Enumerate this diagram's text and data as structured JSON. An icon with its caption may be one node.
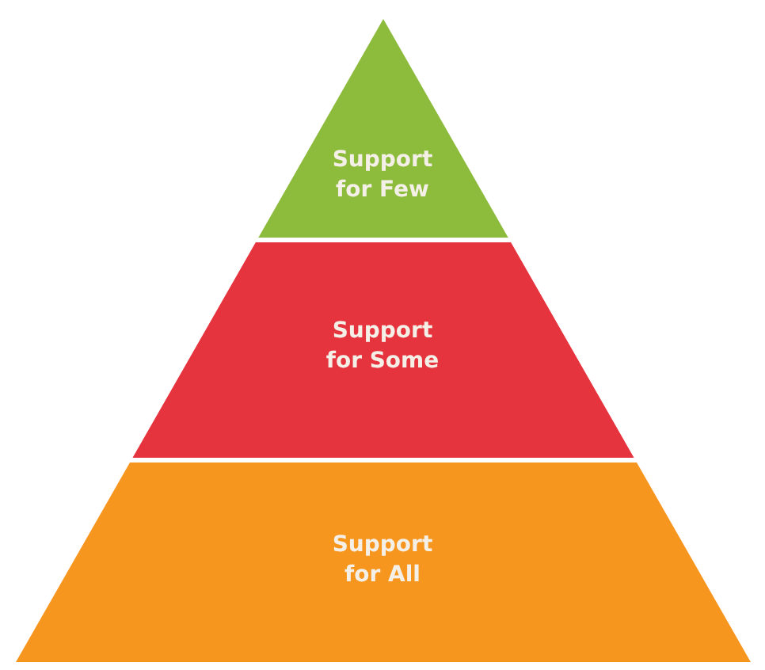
{
  "diagram": {
    "nodes": [
      {
        "text": [
          "Support for Few"
        ]
      },
      {
        "text": [
          "Support for Some"
        ]
      },
      {
        "text": [
          "Support for All"
        ]
      }
    ]
  }
}
